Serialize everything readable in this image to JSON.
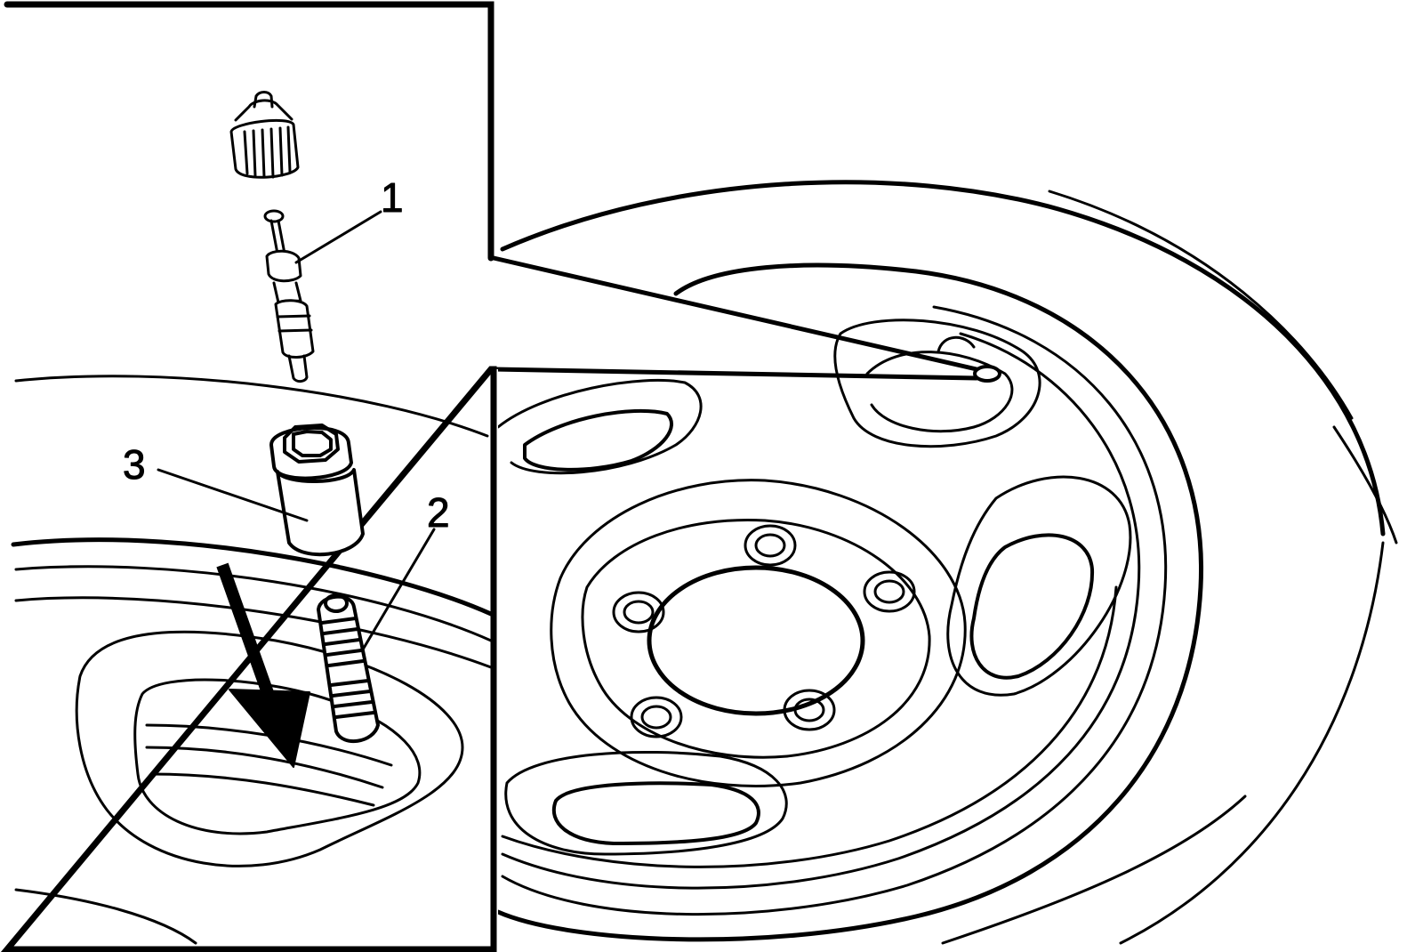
{
  "diagram": {
    "callouts": [
      {
        "id": "1",
        "text": "1"
      },
      {
        "id": "2",
        "text": "2"
      },
      {
        "id": "3",
        "text": "3"
      }
    ],
    "colors": {
      "line": "#000000",
      "background": "#ffffff"
    },
    "icons": [
      "valve-cap-icon",
      "valve-core-icon",
      "valve-tool-icon",
      "valve-stem-icon",
      "direction-arrow-icon"
    ]
  }
}
